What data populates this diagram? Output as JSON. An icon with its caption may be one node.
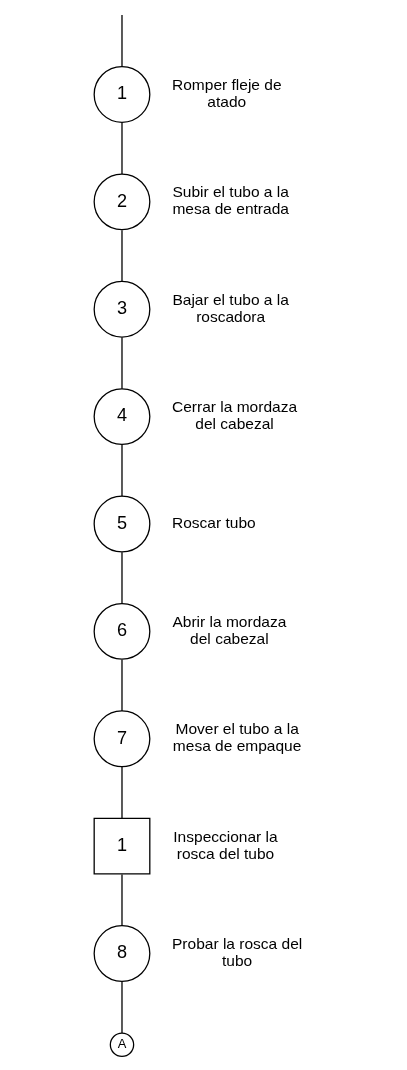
{
  "diagram": {
    "nodes": [
      {
        "text": [
          "1"
        ],
        "beside": [
          "Romper fleje de atado"
        ]
      },
      {
        "text": [
          "2"
        ],
        "beside": [
          "Subir el tubo a la mesa de entrada"
        ]
      },
      {
        "text": [
          "3"
        ],
        "beside": [
          "Bajar el tubo a la roscadora"
        ]
      },
      {
        "text": [
          "4"
        ],
        "beside": [
          "Cerrar la mordaza del cabezal"
        ]
      },
      {
        "text": [
          "5"
        ],
        "beside": [
          "Roscar tubo"
        ]
      },
      {
        "text": [
          "6"
        ],
        "beside": [
          "Abrir la mordaza del cabezal"
        ]
      },
      {
        "text": [
          "7"
        ],
        "beside": [
          "Mover el tubo a la mesa de empaque"
        ]
      },
      {
        "text": [
          "1"
        ],
        "beside": [
          "Inspeccionar la rosca del tubo"
        ]
      },
      {
        "text": [
          "8"
        ],
        "beside": [
          "Probar la rosca del tubo"
        ]
      },
      {
        "text": [
          "A"
        ]
      }
    ],
    "edges": [
      {
        "from": null,
        "to": 0,
        "arrow": "none"
      },
      {
        "from": 0,
        "to": 1,
        "arrow": "none"
      },
      {
        "from": 1,
        "to": 2,
        "arrow": "none"
      },
      {
        "from": 2,
        "to": 3,
        "arrow": "none"
      },
      {
        "from": 3,
        "to": 4,
        "arrow": "none"
      },
      {
        "from": 4,
        "to": 5,
        "arrow": "none"
      },
      {
        "from": 5,
        "to": 6,
        "arrow": "none"
      },
      {
        "from": 6,
        "to": 7,
        "arrow": "none"
      },
      {
        "from": 7,
        "to": 8,
        "arrow": "none"
      },
      {
        "from": 8,
        "to": 9,
        "arrow": "none"
      }
    ]
  }
}
